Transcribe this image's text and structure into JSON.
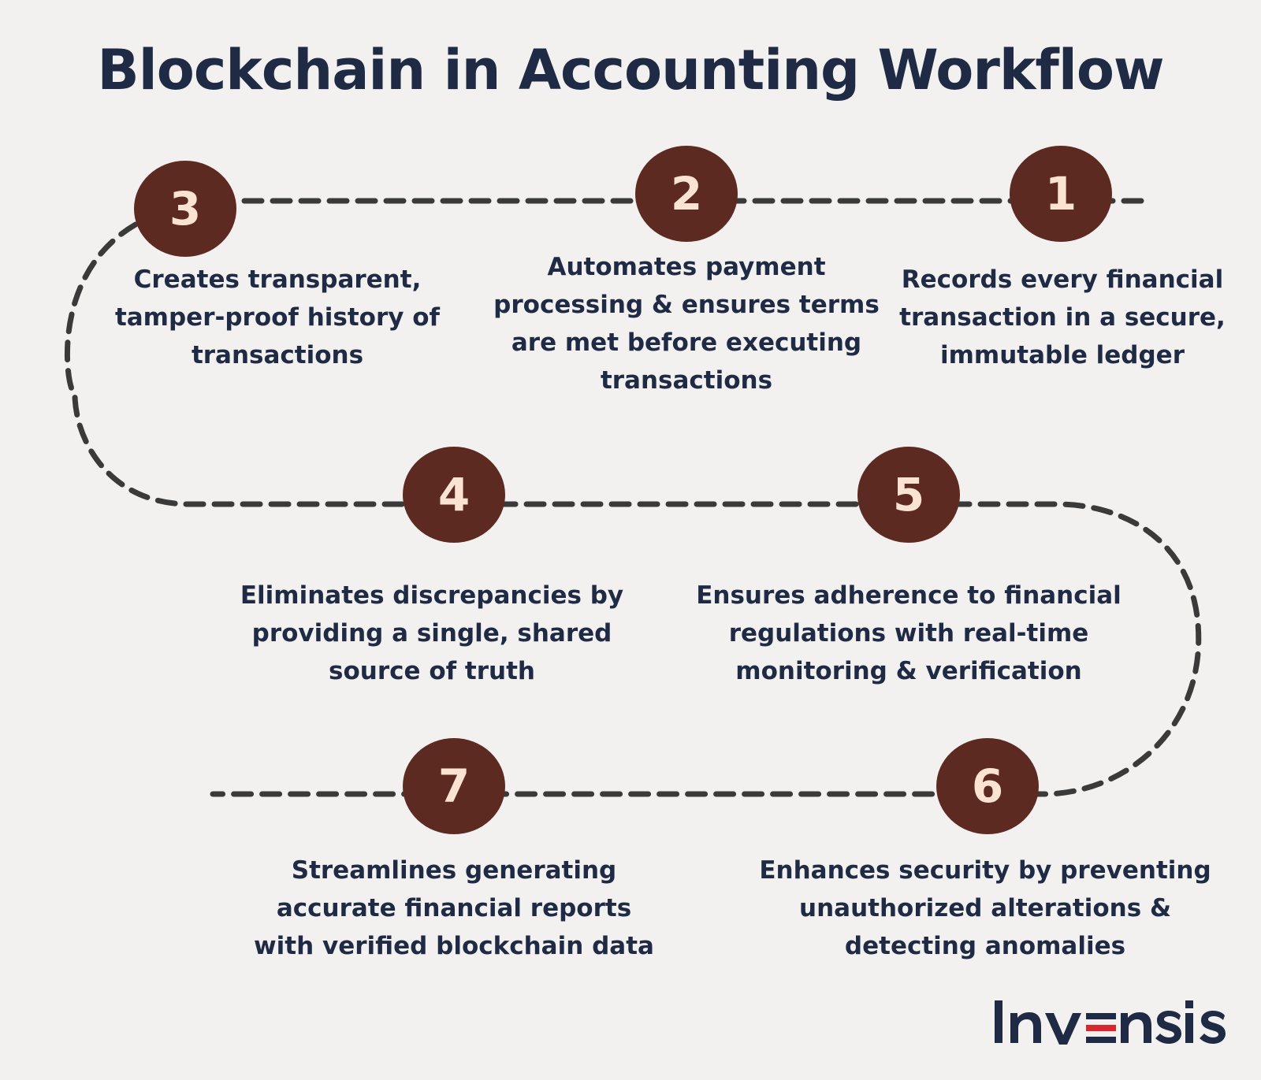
{
  "title": "Blockchain in Accounting Workflow",
  "colors": {
    "background": "#f3f1f0",
    "title": "#1f2a44",
    "circle": "#5c2a20",
    "circle_number": "#fbe3d2",
    "path": "#3a3a3a",
    "logo_accent": "#d8272d"
  },
  "steps": [
    {
      "number": "1",
      "lines": [
        "Records every financial",
        "transaction in a secure,",
        "immutable ledger"
      ]
    },
    {
      "number": "2",
      "lines": [
        "Automates payment",
        "processing & ensures terms",
        "are met before executing",
        "transactions"
      ]
    },
    {
      "number": "3",
      "lines": [
        "Creates transparent,",
        "tamper-proof history of",
        "transactions"
      ]
    },
    {
      "number": "4",
      "lines": [
        "Eliminates discrepancies by",
        "providing a single, shared",
        "source of truth"
      ]
    },
    {
      "number": "5",
      "lines": [
        "Ensures adherence to financial",
        "regulations with real-time",
        "monitoring & verification"
      ]
    },
    {
      "number": "6",
      "lines": [
        "Enhances security by preventing",
        "unauthorized alterations &",
        "detecting anomalies"
      ]
    },
    {
      "number": "7",
      "lines": [
        "Streamlines generating",
        "accurate financial reports",
        "with verified blockchain data"
      ]
    }
  ],
  "logo": {
    "text": "Invensis"
  }
}
